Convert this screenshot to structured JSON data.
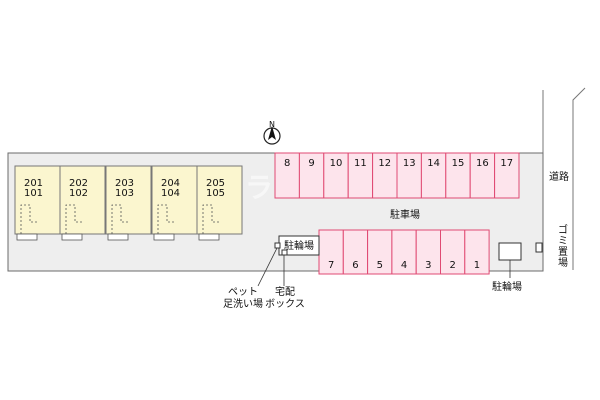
{
  "colors": {
    "site_fill": "#eeeeee",
    "site_stroke": "#6b6b6b",
    "building_fill": "#fbf6cf",
    "building_stroke": "#777777",
    "parking_fill": "#fde4ec",
    "parking_stroke": "#e04a73",
    "watermark": "#ffffff"
  },
  "compass": {
    "letter": "N"
  },
  "units": [
    {
      "upper": "201",
      "lower": "101"
    },
    {
      "upper": "202",
      "lower": "102"
    },
    {
      "upper": "203",
      "lower": "103"
    },
    {
      "upper": "204",
      "lower": "104"
    },
    {
      "upper": "205",
      "lower": "105"
    }
  ],
  "parking": {
    "top_row": [
      "8",
      "9",
      "10",
      "11",
      "12",
      "13",
      "14",
      "15",
      "16",
      "17"
    ],
    "bottom_row": [
      "7",
      "6",
      "5",
      "4",
      "3",
      "2",
      "1"
    ],
    "label": "駐車場"
  },
  "bicycle_parking_center": "駐輪場",
  "bicycle_parking_right": "駐輪場",
  "pet_footwash": {
    "line1": "ペット",
    "line2": "足洗い場"
  },
  "delivery_box": {
    "line1": "宅配",
    "line2": "ボックス"
  },
  "road_label": "道路",
  "garbage_label": "ゴミ置場"
}
